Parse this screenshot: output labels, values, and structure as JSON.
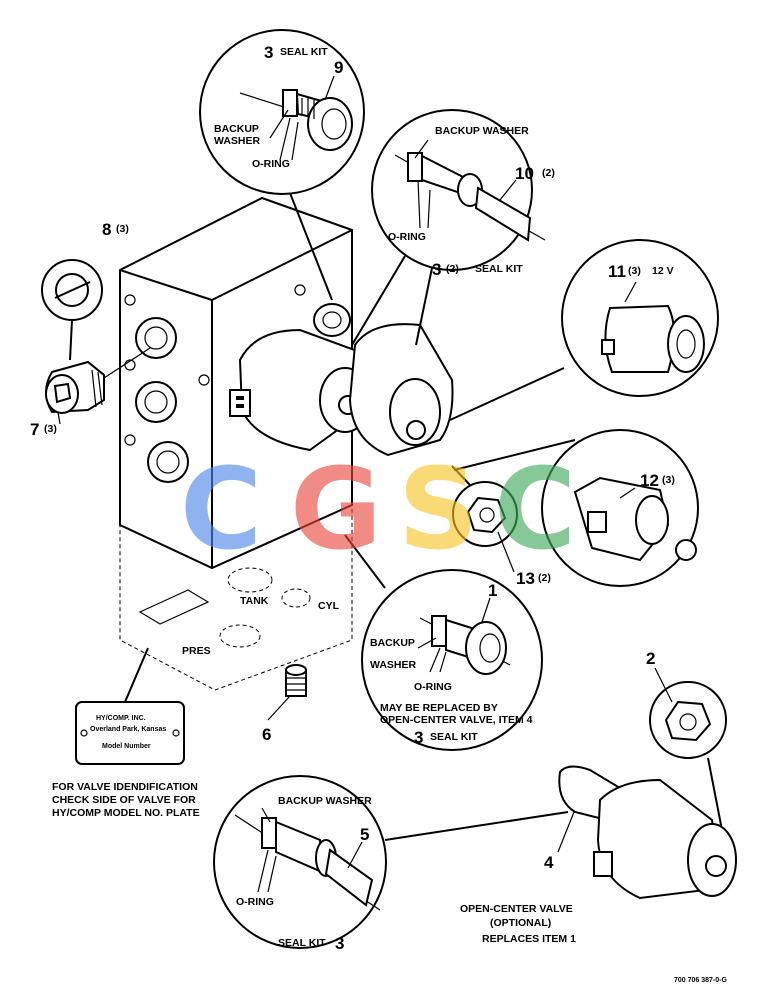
{
  "callouts": {
    "c9": {
      "num": "9",
      "kit_num": "3",
      "kit": "SEAL KIT",
      "backup": "BACKUP",
      "washer": "WASHER",
      "oring": "O-RING"
    },
    "c10": {
      "num": "10",
      "qty": "(2)",
      "kit_num": "3",
      "kit_qty": "(2)",
      "kit": "SEAL KIT",
      "backup": "BACKUP WASHER",
      "oring": "O-RING"
    },
    "c11": {
      "num": "11",
      "qty": "(3)",
      "volt": "12 V"
    },
    "c12": {
      "num": "12",
      "qty": "(3)"
    },
    "c8": {
      "num": "8",
      "qty": "(3)"
    },
    "c7": {
      "num": "7",
      "qty": "(3)"
    },
    "c13": {
      "num": "13",
      "qty": "(2)"
    },
    "c1": {
      "num": "1",
      "backup": "BACKUP",
      "washer": "WASHER",
      "oring": "O-RING",
      "note1": "MAY BE REPLACED BY",
      "note2": "OPEN-CENTER VALVE, ITEM 4",
      "kit_num": "3",
      "kit": "SEAL KIT"
    },
    "c2": {
      "num": "2"
    },
    "c6": {
      "num": "6"
    },
    "c5": {
      "num": "5",
      "backup": "BACKUP WASHER",
      "oring": "O-RING",
      "kit": "SEAL KIT",
      "kit_num": "3"
    },
    "c4": {
      "num": "4",
      "title1": "OPEN-CENTER VALVE",
      "title2": "(OPTIONAL)",
      "title3": "REPLACES ITEM 1"
    }
  },
  "ports": {
    "tank": "TANK",
    "cyl": "CYL",
    "pres": "PRES"
  },
  "plate": {
    "line1": "HY/COMP. INC.",
    "line2": "Overland Park, Kansas",
    "line3": "Model Number"
  },
  "note": {
    "line1": "FOR VALVE IDENDIFICATION",
    "line2": "CHECK SIDE OF VALVE FOR",
    "line3": "HY/COMP MODEL NO. PLATE"
  },
  "drawing_number": "700 706 387-0-G",
  "watermark": {
    "letters": [
      "C",
      "G",
      "S",
      "C"
    ],
    "colors": {
      "blue": "#4A86E8",
      "red": "#E8453C",
      "yellow": "#F7C325",
      "green": "#3FA85C"
    }
  }
}
